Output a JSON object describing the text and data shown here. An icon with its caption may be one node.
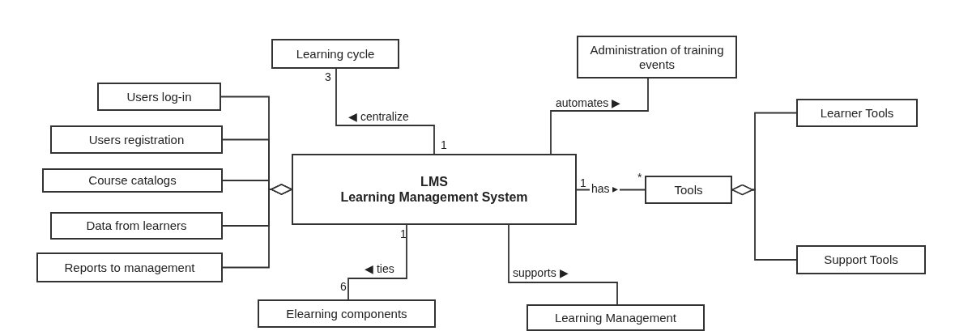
{
  "diagram": {
    "nodes": [
      {
        "text": [
          "Learning cycle"
        ]
      },
      {
        "text": [
          "Administration of training events"
        ]
      },
      {
        "text": [
          "Users log-in"
        ]
      },
      {
        "text": [
          "Users registration"
        ]
      },
      {
        "text": [
          "Course catalogs"
        ]
      },
      {
        "text": [
          "Data from learners"
        ]
      },
      {
        "text": [
          "Reports to management"
        ]
      },
      {
        "text": [
          "LMS",
          "Learning Management System"
        ]
      },
      {
        "text": [
          "Tools"
        ]
      },
      {
        "text": [
          "Learner Tools"
        ]
      },
      {
        "text": [
          "Support Tools"
        ]
      },
      {
        "text": [
          "Elearning components"
        ]
      },
      {
        "text": [
          "Learning Management"
        ]
      }
    ],
    "edges": [
      {
        "from": 7,
        "to": 0,
        "arrow": "none",
        "label": "◀ centralize"
      },
      {
        "from": 7,
        "to": 1,
        "arrow": "none",
        "label": "automates ▶"
      },
      {
        "from": 2,
        "to": 7,
        "arrow": "other"
      },
      {
        "from": 3,
        "to": 7,
        "arrow": "other"
      },
      {
        "from": 4,
        "to": 7,
        "arrow": "other"
      },
      {
        "from": 5,
        "to": 7,
        "arrow": "other"
      },
      {
        "from": 6,
        "to": 7,
        "arrow": "other"
      },
      {
        "from": 7,
        "to": 8,
        "arrow": "none",
        "label": "has ▸"
      },
      {
        "from": 9,
        "to": 8,
        "arrow": "other"
      },
      {
        "from": 10,
        "to": 8,
        "arrow": "other"
      },
      {
        "from": 7,
        "to": 11,
        "arrow": "none",
        "label": "◀ ties"
      },
      {
        "from": 7,
        "to": 12,
        "arrow": "none",
        "label": "supports ▶"
      }
    ],
    "labels": [
      "3",
      "1",
      "1",
      "*",
      "1",
      "6"
    ]
  }
}
